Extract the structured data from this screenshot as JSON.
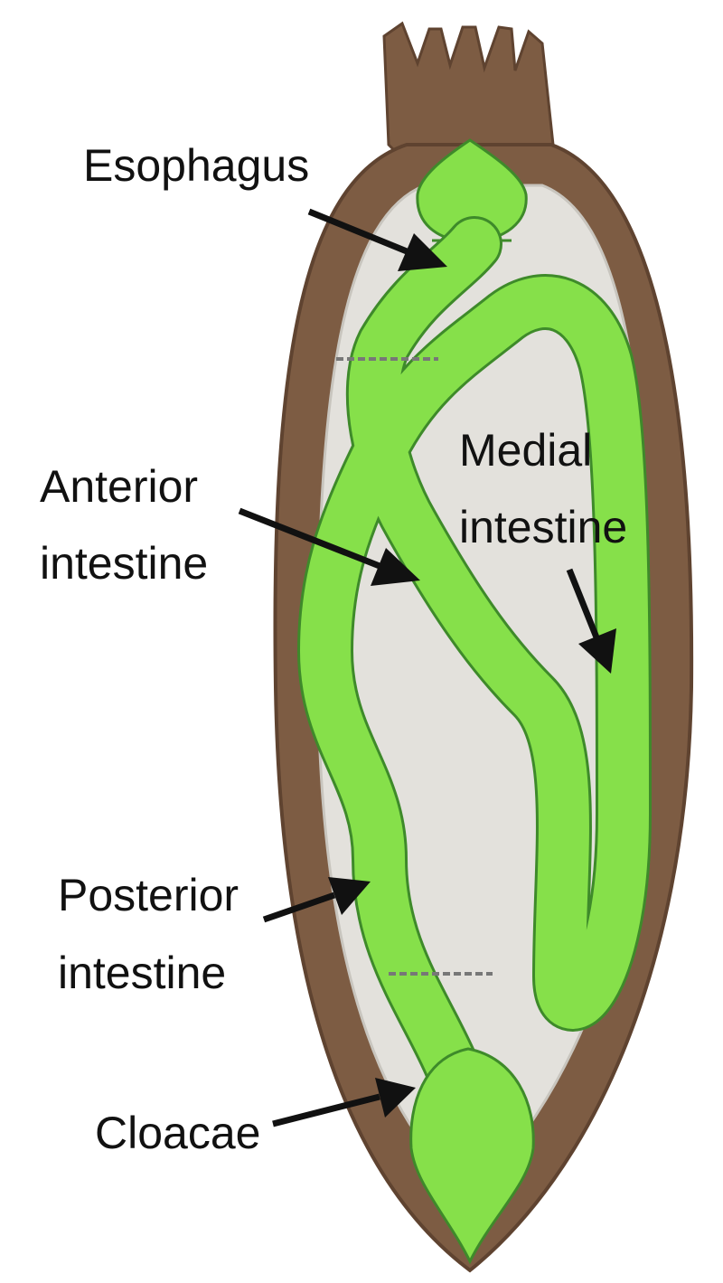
{
  "labels": {
    "esophagus": "Esophagus",
    "anterior_intestine_line1": "Anterior",
    "anterior_intestine_line2": "intestine",
    "medial_intestine_line1": "Medial",
    "medial_intestine_line2": "intestine",
    "posterior_intestine_line1": "Posterior",
    "posterior_intestine_line2": "intestine",
    "cloacae": "Cloacae"
  },
  "colors": {
    "body_wall": "#7d5c43",
    "body_wall_dark": "#5f4330",
    "body_cavity": "#e3e1dc",
    "gut_fill": "#86e04a",
    "gut_outline": "#3e8a2a",
    "label_text": "#111111"
  }
}
